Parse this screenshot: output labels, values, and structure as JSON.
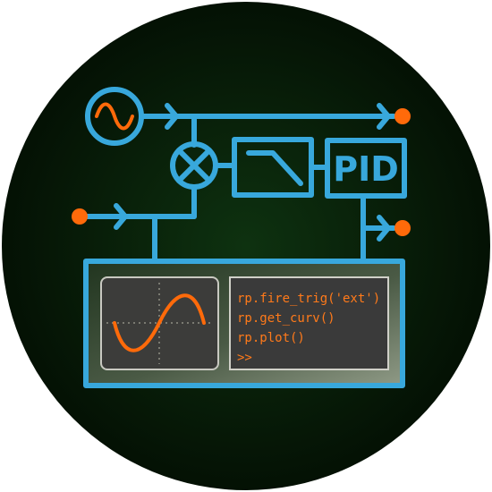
{
  "pid_block": {
    "label": "PID"
  },
  "console": {
    "lines": [
      "rp.fire_trig('ext')",
      "rp.get_curv()",
      "rp.plot()",
      ">>"
    ]
  },
  "colors": {
    "background_dark": "#041104",
    "background_glow": "#0e3210",
    "line_blue": "#38a8dc",
    "accent_orange": "#ff6a0a",
    "screen_gray": "#3a3a3a",
    "console_text": "#ff7a1a"
  },
  "icons": {
    "signal_source": "sine-wave-icon",
    "mixer": "multiplier-icon",
    "filter": "low-pass-filter-icon"
  }
}
